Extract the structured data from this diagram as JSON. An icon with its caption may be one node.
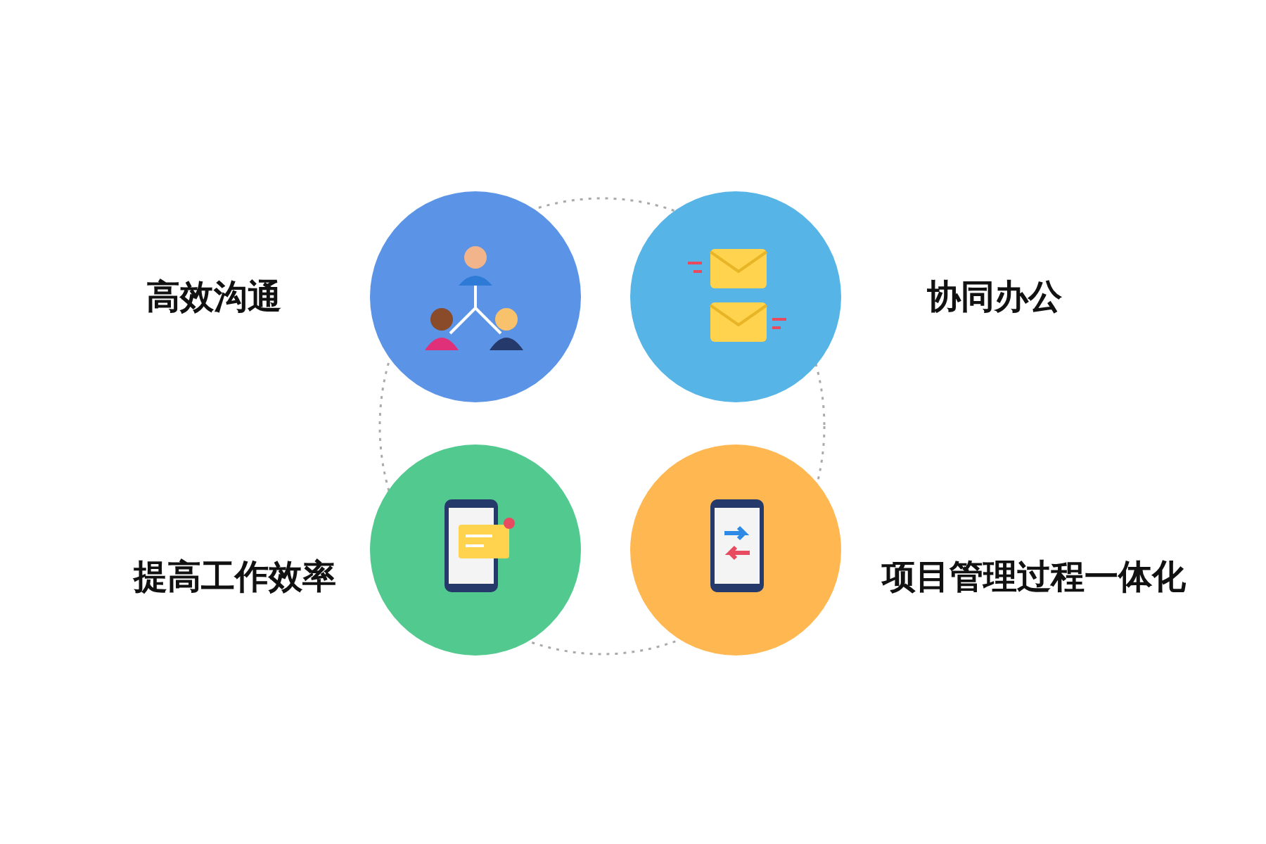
{
  "diagram": {
    "nodes": [
      {
        "text": [],
        "shape": "circle",
        "beside": [
          "高效沟通"
        ]
      },
      {
        "text": [],
        "shape": "circle",
        "beside": [
          "协同办公"
        ]
      },
      {
        "text": [],
        "shape": "circle",
        "beside": [
          "提高工作效率"
        ]
      },
      {
        "text": [],
        "shape": "circle",
        "beside": [
          "项目管理过程一体化"
        ]
      }
    ]
  }
}
